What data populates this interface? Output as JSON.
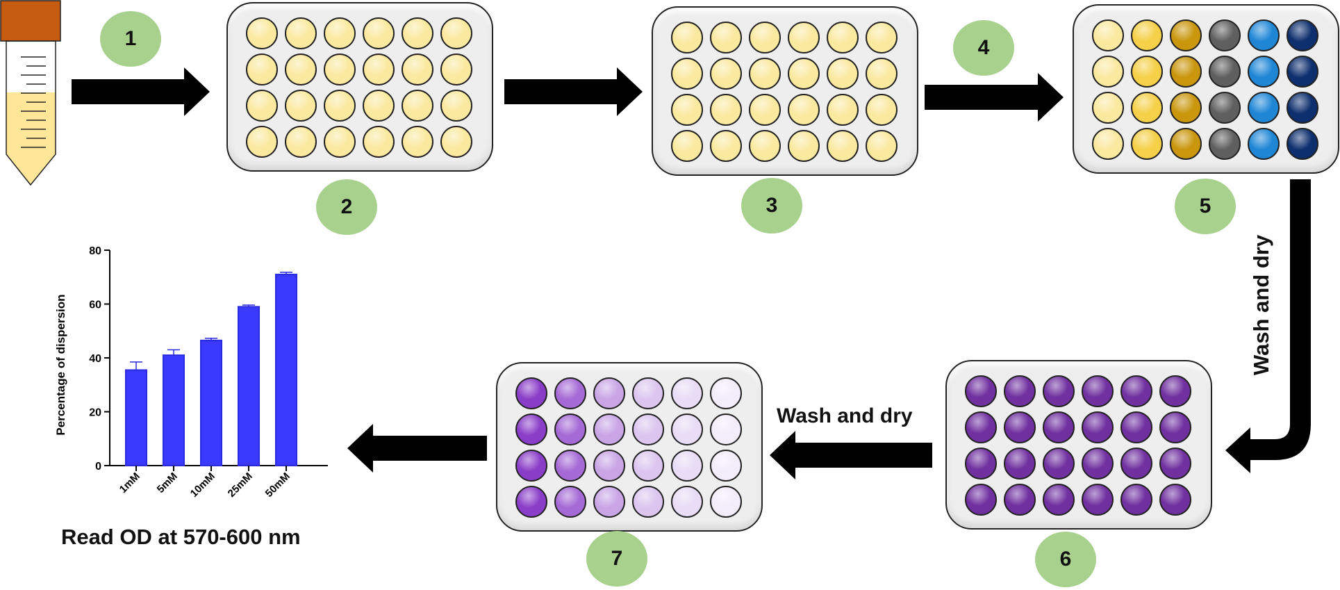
{
  "steps": [
    "1",
    "2",
    "3",
    "4",
    "5",
    "6",
    "7"
  ],
  "labels": {
    "wash_dry_vertical": "Wash and dry",
    "wash_dry_horizontal": "Wash and dry",
    "read_od": "Read OD at 570-600 nm"
  },
  "colors": {
    "step_circle": "#a9d18e",
    "plate_fill": "#eeeeee",
    "arrow": "#000000",
    "tube_cap": "#c55a11",
    "tube_liquid": "#ffe699",
    "bar": "#3a3aff",
    "well_yellow": "#fbe9a0"
  },
  "plates": {
    "plate2": {
      "step": "2",
      "colors": [
        "#fbe9a0",
        "#fbe9a0",
        "#fbe9a0",
        "#fbe9a0",
        "#fbe9a0",
        "#fbe9a0"
      ]
    },
    "plate3": {
      "step": "3",
      "colors": [
        "#fbe9a0",
        "#fbe9a0",
        "#fbe9a0",
        "#fbe9a0",
        "#fbe9a0",
        "#fbe9a0"
      ]
    },
    "plate5": {
      "step": "5",
      "colors": [
        "#fbe9a0",
        "#f5d048",
        "#c9960c",
        "#5f5f5f",
        "#1f86d6",
        "#0e2f6e"
      ]
    },
    "plate6": {
      "step": "6",
      "colors": [
        "#7030a0",
        "#7030a0",
        "#7030a0",
        "#7030a0",
        "#7030a0",
        "#7030a0"
      ]
    },
    "plate7": {
      "step": "7",
      "colors": [
        "#8a3dc7",
        "#a66ad6",
        "#c9a5e6",
        "#dcc6f0",
        "#e8dcf6",
        "#f3ecfb"
      ]
    }
  },
  "chart_data": {
    "type": "bar",
    "title": "",
    "xlabel": "",
    "ylabel": "Percentage of dispersion",
    "categories": [
      "1mM",
      "5mM",
      "10mM",
      "25mM",
      "50mM"
    ],
    "values": [
      35.5,
      41,
      46.5,
      59,
      71
    ],
    "errors": [
      3,
      2,
      0.8,
      0.6,
      0.8
    ],
    "ylim": [
      0,
      80
    ],
    "yticks": [
      "0",
      "20",
      "40",
      "60",
      "80"
    ],
    "grid": false,
    "legend": "none"
  }
}
